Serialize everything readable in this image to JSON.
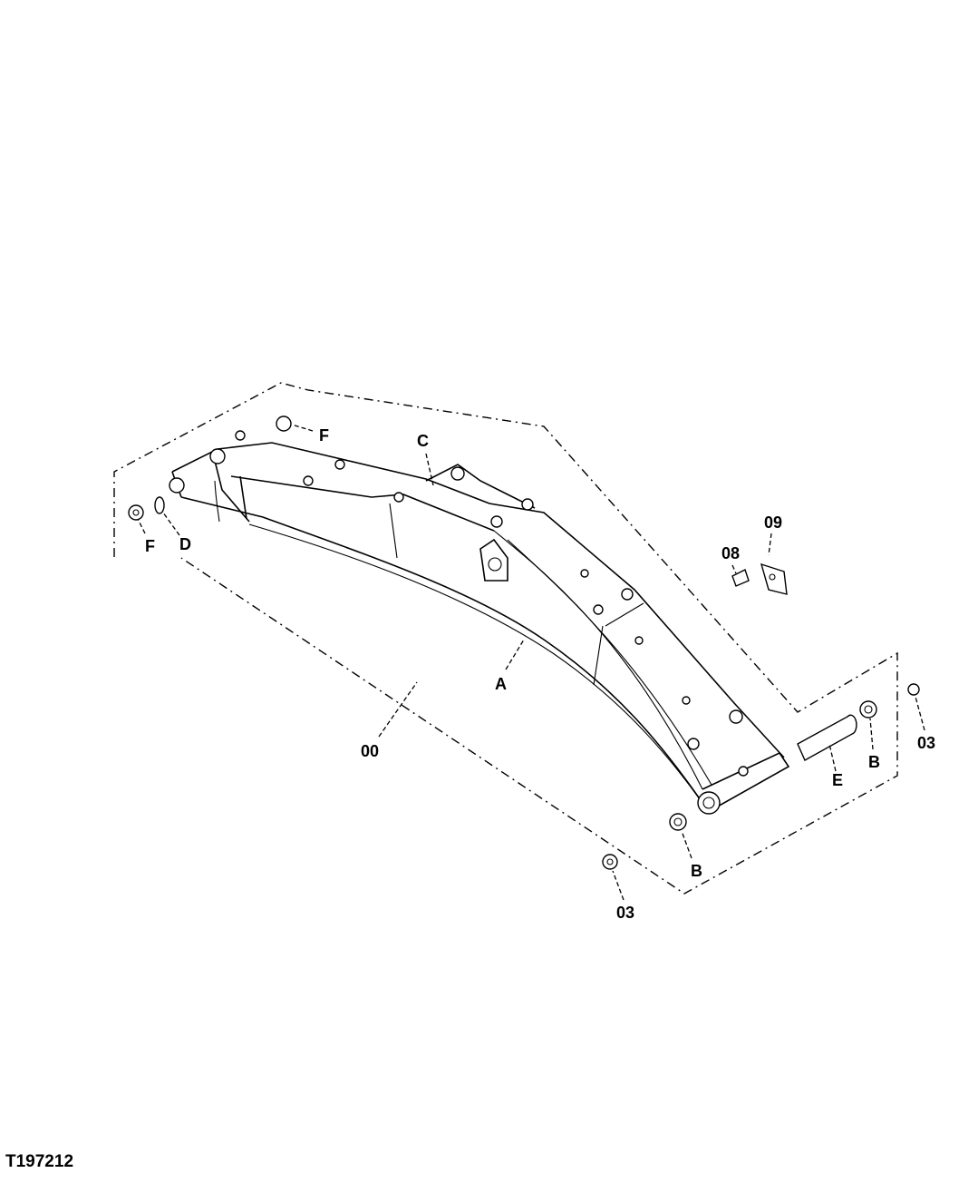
{
  "figure_id": "T197212",
  "callouts": {
    "F_top": "F",
    "F_left": "F",
    "C": "C",
    "D": "D",
    "A": "A",
    "00": "00",
    "08": "08",
    "09": "09",
    "B_right": "B",
    "B_bottom": "B",
    "E": "E",
    "03_right": "03",
    "03_bottom": "03"
  }
}
